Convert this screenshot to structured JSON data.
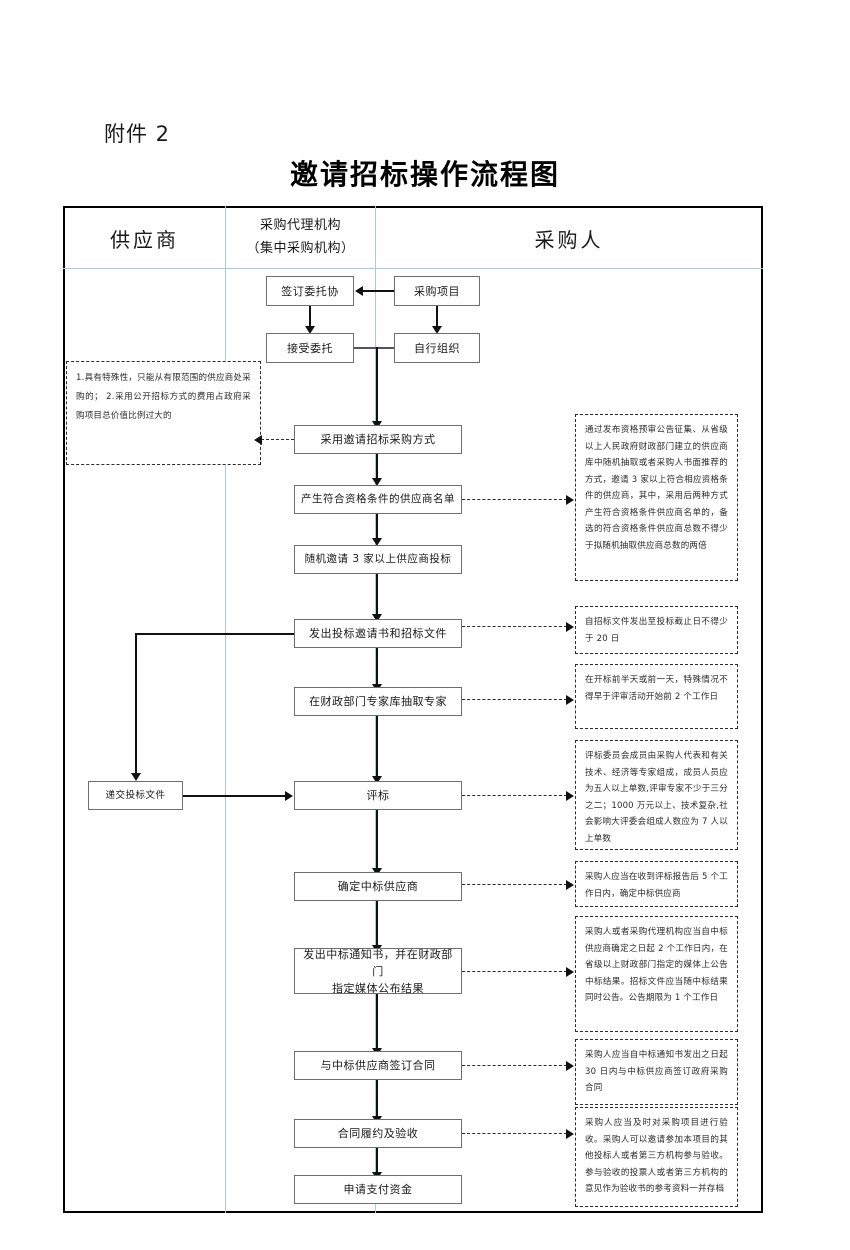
{
  "document": {
    "attachment_label": "附件 2",
    "title": "邀请招标操作流程图"
  },
  "lanes": [
    {
      "id": "supplier",
      "title": "供应商"
    },
    {
      "id": "agency",
      "title_line1": "采购代理机构",
      "title_line2": "（集中采购机构）"
    },
    {
      "id": "purchaser",
      "title": "采购人"
    }
  ],
  "nodes": {
    "sign_entrust": "签订委托协",
    "purchase_project": "采购项目",
    "accept_entrust": "接受委托",
    "self_organize": "自行组织",
    "adopt_invited": "采用邀请招标采购方式",
    "qualified_list": "产生符合资格条件的供应商名单",
    "invite_three": "随机邀请 3 家以上供应商投标",
    "issue_invitation": "发出投标邀请书和招标文件",
    "draw_experts": "在财政部门专家库抽取专家",
    "submit_bid": "递交投标文件",
    "evaluate_bid": "评标",
    "determine_winner": "确定中标供应商",
    "issue_award_notice": "发出中标通知书，并在财政部门\n指定媒体公布结果",
    "sign_contract": "与中标供应商签订合同",
    "perform_accept": "合同履约及验收",
    "apply_payment": "申请支付资金"
  },
  "notes": {
    "invited_conditions": "1.具有特殊性，只能从有限范围的供应商处采购的；\n2.采用公开招标方式的费用占政府采购项目总价值比例过大的",
    "qualified_list_note": "通过发布资格预审公告征集、从省级以上人民政府财政部门建立的供应商库中随机抽取或者采购人书面推荐的方式，邀请 3 家以上符合相应资格条件的供应商，其中，采用后两种方式产生符合资格条件供应商名单的，备选的符合资格条件供应商总数不得少于拟随机抽取供应商总数的两倍",
    "invitation_note": "自招标文件发出至投标截止日不得少于 20 日",
    "experts_note": "在开标前半天或前一天，特殊情况不得早于评审活动开始前 2 个工作日",
    "evaluation_note": "评标委员会成员由采购人代表和有关技术、经济等专家组成，成员人员应为五人以上单数,评审专家不少于三分之二；1000 万元以上、技术复杂,社会影响大评委会组成人数应为 7 人以上单数",
    "winner_note": "采购人应当在收到评标报告后 5 个工作日内，确定中标供应商",
    "award_notice_note": "采购人或者采购代理机构应当自中标供应商确定之日起 2 个工作日内，在省级以上财政部门指定的媒体上公告中标结果。招标文件应当随中标结果同时公告。公告期限为 1 个工作日",
    "contract_note": "采购人应当自中标通知书发出之日起 30 日内与中标供应商签订政府采购合同",
    "acceptance_note": "采购人应当及时对采购项目进行验收。采购人可以邀请参加本项目的其他投标人或者第三方机构参与验收。参与验收的投票人或者第三方机构的意见作为验收书的参考资料一并存档"
  },
  "colors": {
    "lane_divider": "#a9ccd9",
    "box_border": "#6e6e6e",
    "note_border": "#2b2b2b",
    "connector": "#111111",
    "frame": "#000000"
  }
}
